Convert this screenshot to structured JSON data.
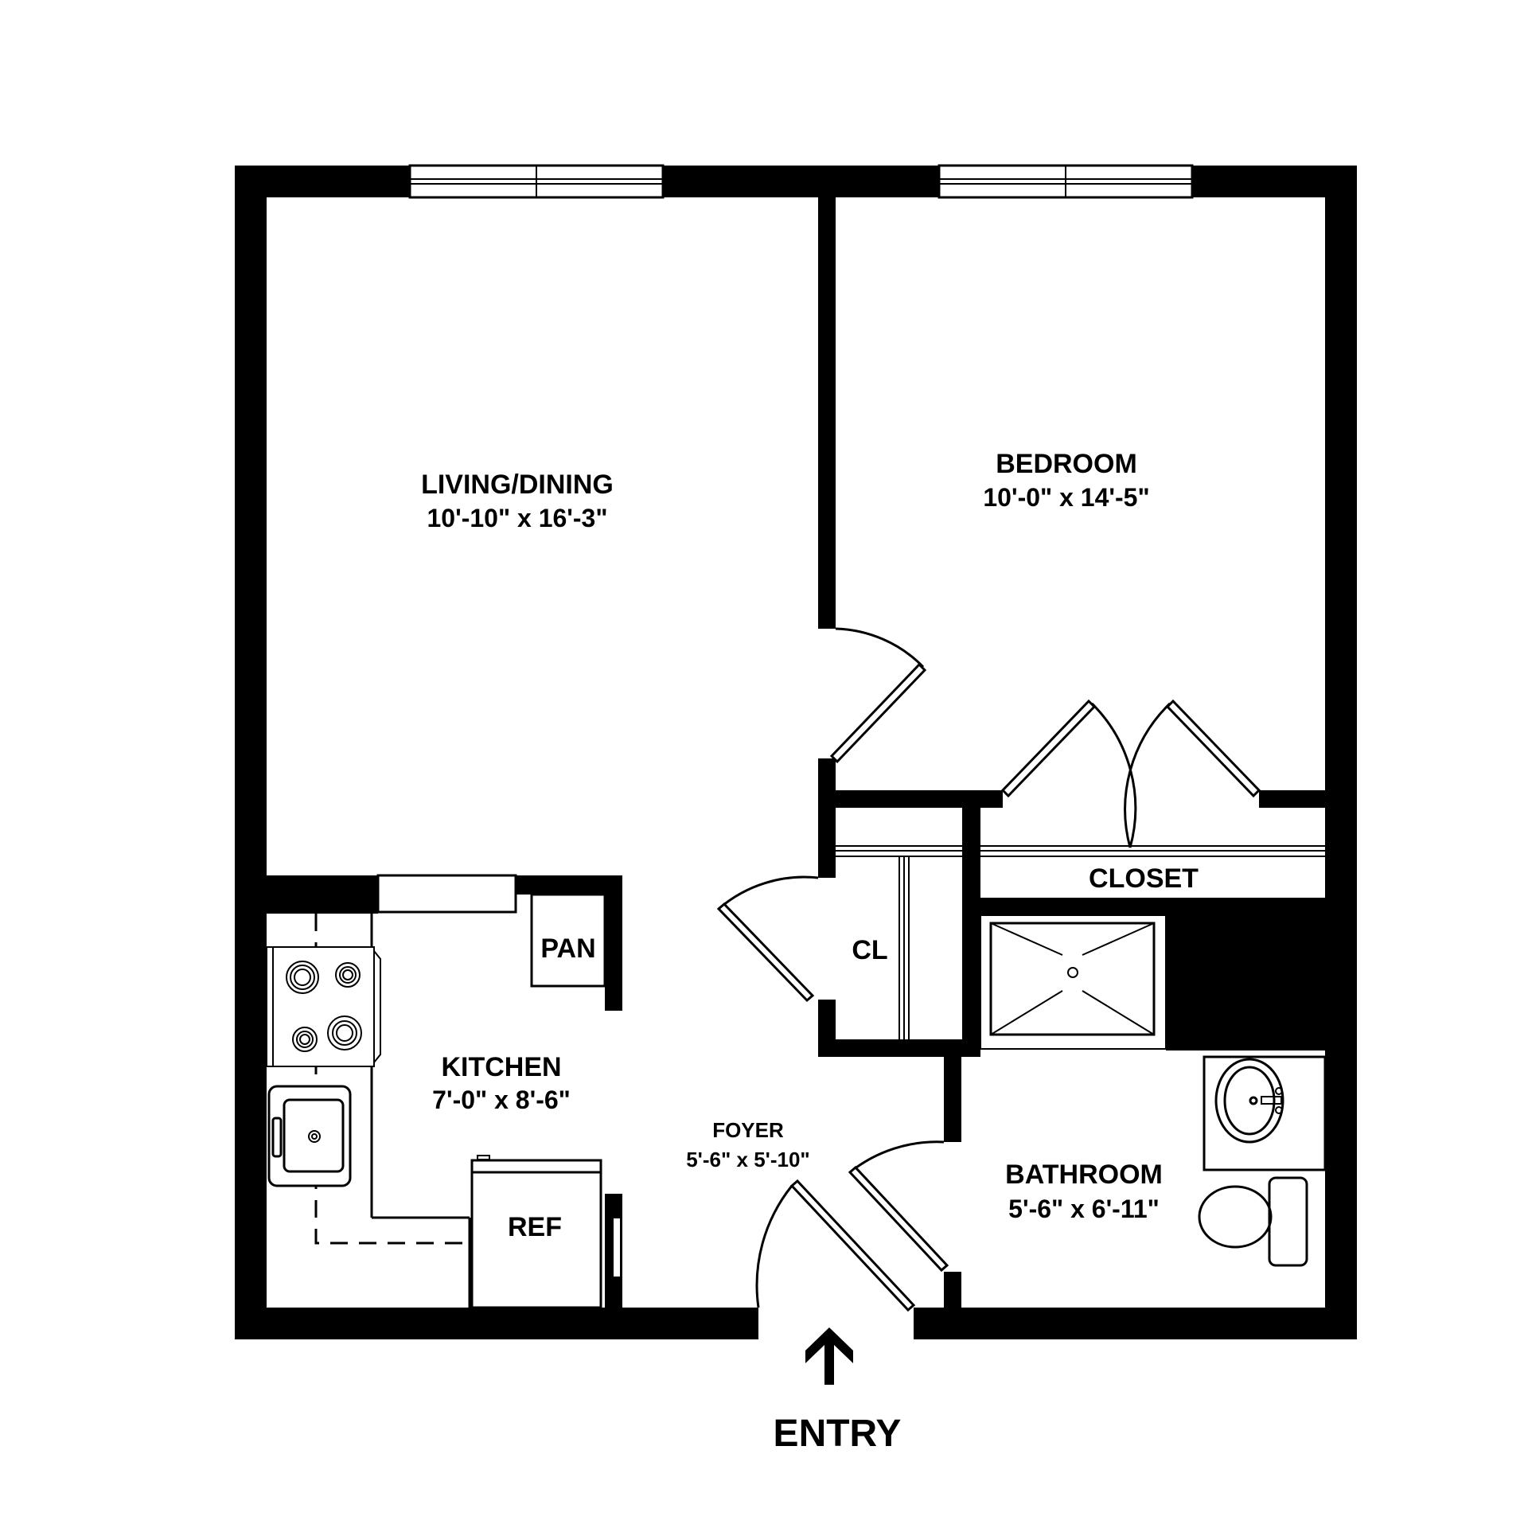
{
  "plan": {
    "rooms": {
      "living_dining": {
        "name": "LIVING/DINING",
        "dimensions": "10'-10\" x 16'-3\""
      },
      "bedroom": {
        "name": "BEDROOM",
        "dimensions": "10'-0\" x 14'-5\""
      },
      "kitchen": {
        "name": "KITCHEN",
        "dimensions": "7'-0\" x 8'-6\""
      },
      "foyer": {
        "name": "FOYER",
        "dimensions": "5'-6\" x 5'-10\""
      },
      "bathroom": {
        "name": "BATHROOM",
        "dimensions": "5'-6\" x 6'-11\""
      }
    },
    "tags": {
      "closet": "CLOSET",
      "cl": "CL",
      "pantry": "PAN",
      "refrigerator": "REF"
    },
    "entry": {
      "label": "ENTRY",
      "icon": "arrow-up-icon"
    },
    "colors": {
      "wall": "#000000",
      "background": "#ffffff"
    }
  }
}
